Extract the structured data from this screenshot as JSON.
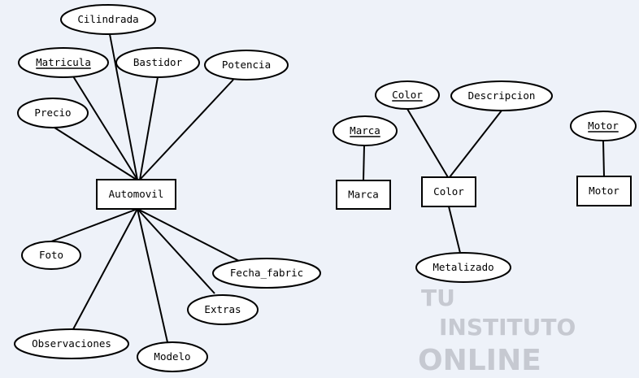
{
  "watermark": {
    "line1": "TU",
    "line2": "INSTITUTO",
    "line3": "ONLINE"
  },
  "entities": {
    "automovil": "Automovil",
    "marca": "Marca",
    "color": "Color",
    "motor": "Motor"
  },
  "attributes": {
    "cilindrada": {
      "label": "Cilindrada",
      "key": false
    },
    "matricula": {
      "label": "Matricula",
      "key": true
    },
    "bastidor": {
      "label": "Bastidor",
      "key": false
    },
    "potencia": {
      "label": "Potencia",
      "key": false
    },
    "precio": {
      "label": "Precio",
      "key": false
    },
    "foto": {
      "label": "Foto",
      "key": false
    },
    "fecha_fabric": {
      "label": "Fecha_fabric",
      "key": false
    },
    "extras": {
      "label": "Extras",
      "key": false
    },
    "observaciones": {
      "label": "Observaciones",
      "key": false
    },
    "modelo": {
      "label": "Modelo",
      "key": false
    },
    "marca": {
      "label": "Marca",
      "key": true
    },
    "color": {
      "label": "Color",
      "key": true
    },
    "descripcion": {
      "label": "Descripcion",
      "key": false
    },
    "metalizado": {
      "label": "Metalizado",
      "key": false
    },
    "motor": {
      "label": "Motor",
      "key": true
    }
  }
}
